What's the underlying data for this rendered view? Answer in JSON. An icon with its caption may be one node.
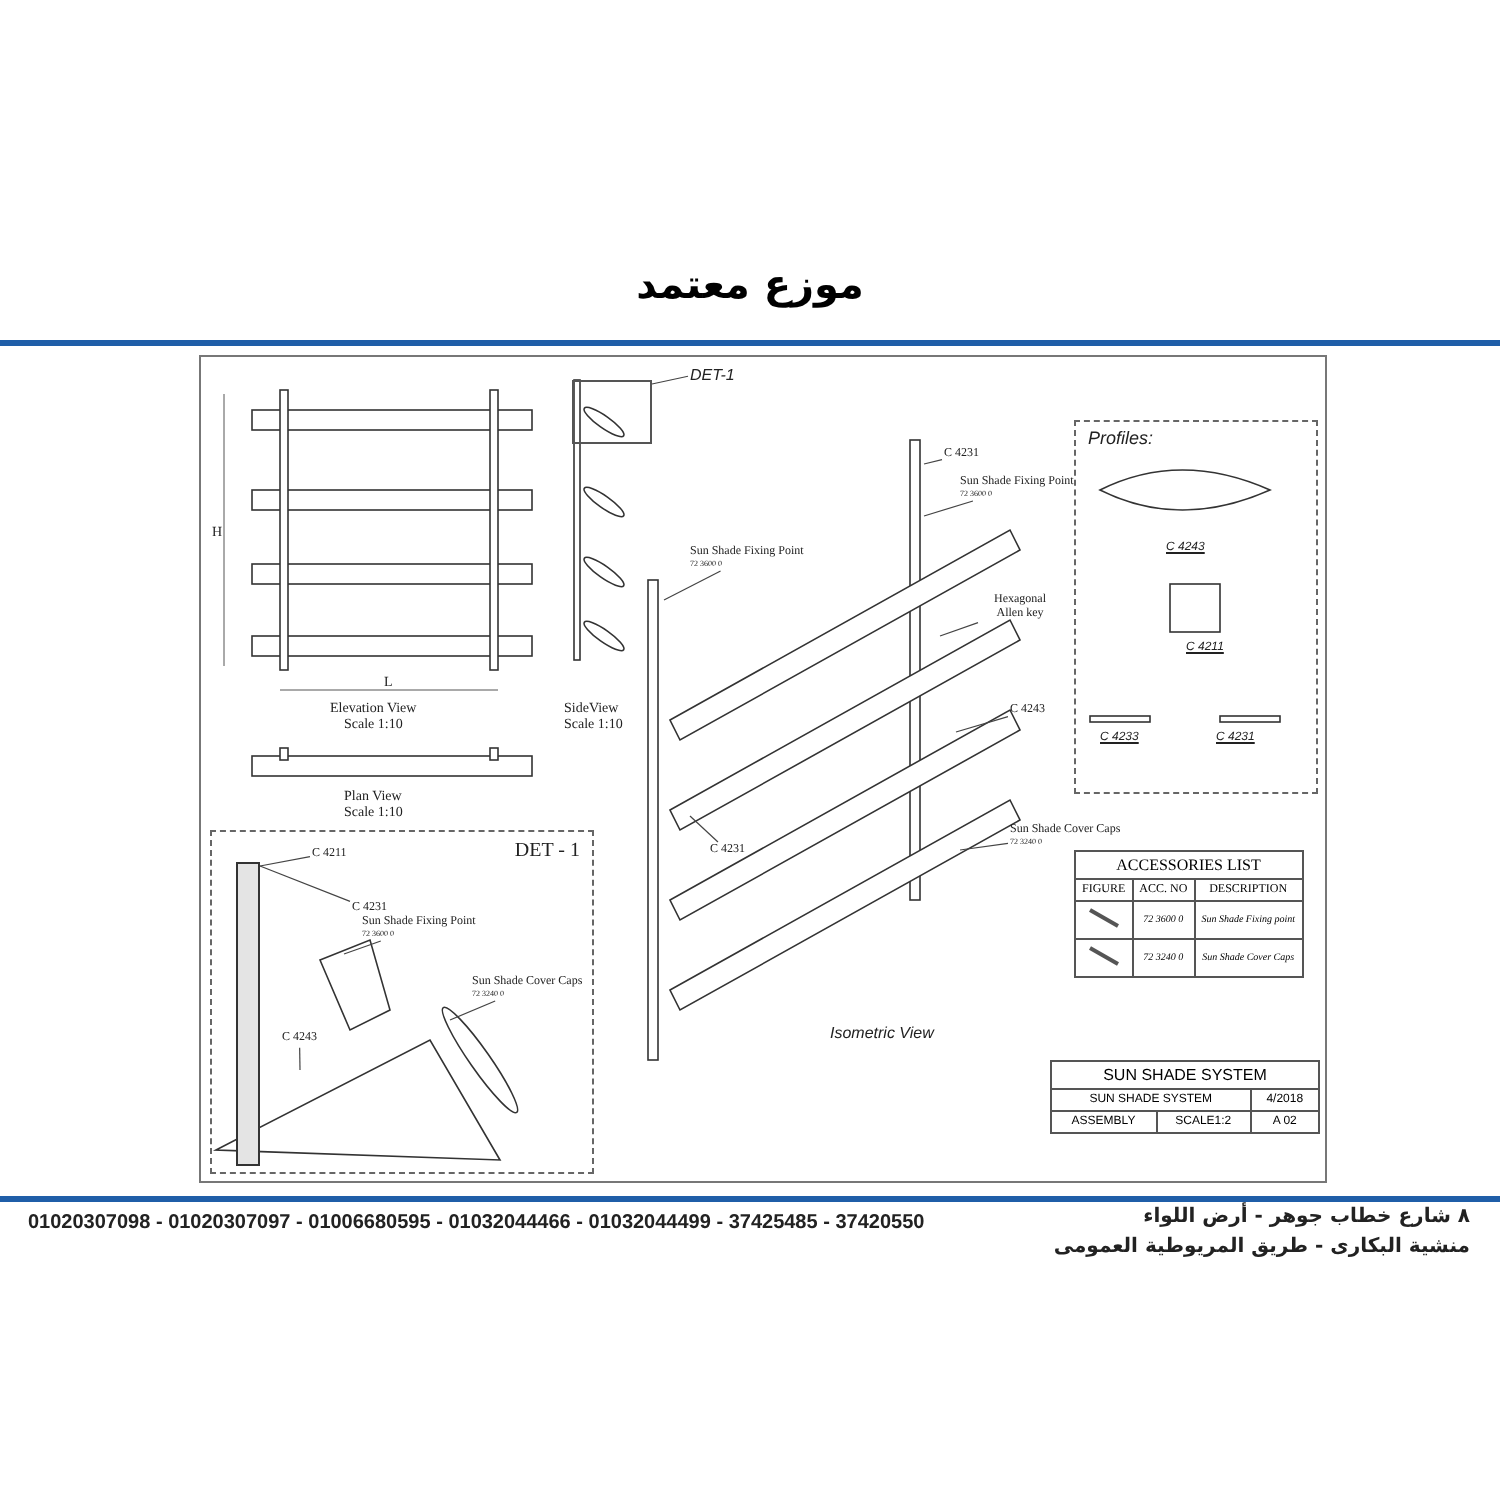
{
  "diagram": {
    "title": "موزع معتمد",
    "nodes": [
      {
        "text": [
          "DET-1"
        ]
      },
      {
        "text": [],
        "shape": "box"
      },
      {
        "text": [
          "C 4231"
        ]
      },
      {
        "text": [
          "Sun Shade Fixing Point",
          "72 3600 0"
        ]
      },
      {
        "text": [
          "Sun Shade Fixing Point",
          "72 3600 0"
        ]
      },
      {
        "text": [
          "Hexagonal Allen key"
        ]
      },
      {
        "text": [
          "C 4243"
        ]
      },
      {
        "text": [
          "C 4231"
        ]
      },
      {
        "text": [
          "Sun Shade Cover Caps",
          "72 3240 0"
        ]
      },
      {
        "text": [
          "DET - 1"
        ]
      },
      {
        "text": [
          "C 4211"
        ],
        "in": 9
      },
      {
        "text": [
          "C 4231"
        ],
        "in": 9
      },
      {
        "text": [
          "Sun Shade Fixing Point",
          "72 3600 0"
        ],
        "in": 9
      },
      {
        "text": [
          "Sun Shade Cover Caps",
          "72 3240 0"
        ],
        "in": 9
      },
      {
        "text": [
          "C 4243"
        ],
        "in": 9
      },
      {
        "text": [
          "Profiles:"
        ]
      },
      {
        "text": [
          "C 4243"
        ],
        "in": 15
      },
      {
        "text": [
          "C 4211"
        ],
        "in": 15
      },
      {
        "text": [
          "C 4233"
        ],
        "in": 15
      },
      {
        "text": [
          "C 4231"
        ],
        "in": 15
      },
      {
        "text": [],
        "shape": "bar",
        "in": 9
      }
    ],
    "edges": [
      {
        "from": 0,
        "to": 1,
        "arrow": "none"
      },
      {
        "from": 2,
        "to": null,
        "arrow": "none"
      },
      {
        "from": 3,
        "to": null,
        "arrow": "none"
      },
      {
        "from": 4,
        "to": null,
        "arrow": "none"
      },
      {
        "from": 5,
        "to": null,
        "arrow": "none"
      },
      {
        "from": 6,
        "to": null,
        "arrow": "none"
      },
      {
        "from": 7,
        "to": null,
        "arrow": "none"
      },
      {
        "from": 8,
        "to": null,
        "arrow": "none"
      },
      {
        "from": 10,
        "to": 20,
        "arrow": "none"
      },
      {
        "from": 11,
        "to": 20,
        "arrow": "none"
      },
      {
        "from": 12,
        "to": null,
        "arrow": "none"
      },
      {
        "from": 13,
        "to": null,
        "arrow": "none"
      },
      {
        "from": 14,
        "to": null,
        "arrow": "none"
      }
    ],
    "labels": [
      "H",
      "L",
      "Elevation View",
      "Scale 1:10",
      "SideView",
      "Scale 1:10",
      "Plan View",
      "Scale 1:10",
      "Isometric View",
      "ACCESSORIES LIST",
      "FIGURE",
      "ACC. NO",
      "DESCRIPTION",
      "72 3600 0",
      "Sun Shade Fixing point",
      "72 3240 0",
      "Sun Shade Cover Caps",
      "SUN SHADE SYSTEM",
      "SUN SHADE SYSTEM",
      "4/2018",
      "ASSEMBLY",
      "SCALE1:2",
      "A 02",
      "01020307098 - 01020307097 - 01006680595 - 01032044466 - 01032044499 - 37425485 - 37420550",
      "٨ شارع خطاب جوهر - أرض اللواء",
      "منشية البكارى - طريق المريوطية العمومى"
    ]
  }
}
